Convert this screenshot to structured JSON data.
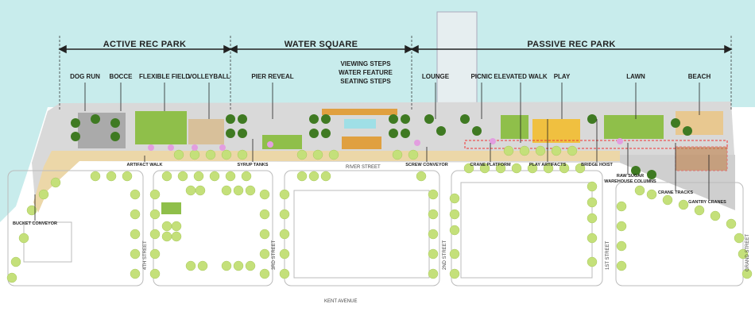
{
  "sections": [
    "ACTIVE REC PARK",
    "WATER SQUARE",
    "PASSIVE REC PARK"
  ],
  "program_labels": {
    "dog_run": "DOG RUN",
    "bocce": "BOCCE",
    "flexible_field": "FLEXIBLE FIELD",
    "volleyball": "VOLLEYBALL",
    "pier_reveal": "PIER REVEAL",
    "viewing_steps": "VIEWING STEPS",
    "water_feature": "WATER FEATURE",
    "seating_steps": "SEATING STEPS",
    "lounge": "LOUNGE",
    "picnic": "PICNIC",
    "elevated_walk": "ELEVATED WALK",
    "play": "PLAY",
    "lawn": "LAWN",
    "beach": "BEACH"
  },
  "artifact_labels": {
    "artifact_walk": "ARTIFACT WALK",
    "syrup_tanks": "SYRUP TANKS",
    "screw_conveyor": "SCREW CONVEYOR",
    "crane_platform": "CRANE PLATFORM",
    "play_artifacts": "PLAY ARTIFACTS",
    "bridge_hoist": "BRIDGE HOIST",
    "raw_sugar_1": "RAW SUGAR",
    "raw_sugar_2": "WAREHOUSE COLUMNS",
    "crane_tracks": "CRANE TRACKS",
    "gantry_cranes": "GANTRY CRANES",
    "bucket_conveyor": "BUCKET CONVEYOR"
  },
  "streets": {
    "river": "RIVER STREET",
    "kent": "KENT AVENUE",
    "fourth": "4TH STREET",
    "third": "3RD STREET",
    "second": "2ND STREET",
    "first": "1ST STREET",
    "grand": "GRAND STREET"
  },
  "colors": {
    "water": "#c8ecec",
    "lawn": "#8fbf4a",
    "tree_dark": "#3f7a22",
    "tree_light": "#c4e07a",
    "walk": "#ecd7a8",
    "play": "#f0c040"
  }
}
